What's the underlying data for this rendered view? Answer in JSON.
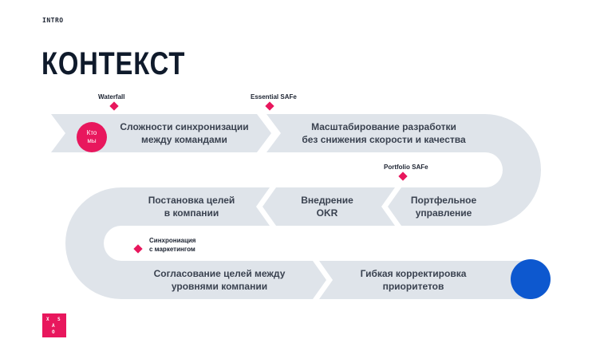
{
  "header": {
    "kicker": "INTRO",
    "title": "КОНТЕКСТ"
  },
  "markers": {
    "waterfall": "Waterfall",
    "essential_safe": "Essential SAFe",
    "portfolio_safe": "Portfolio SAFe",
    "marketing_sync": "Синхрониация\nс маркетингом"
  },
  "badge": "Кто\nмы",
  "steps": {
    "sync": "Сложности синхронизации\nмежду командами",
    "scaling": "Масштабирование разработки\nбез снижения скорости и качества",
    "portfolio": "Портфельное\nуправление",
    "okr": "Внедрение\nOKR",
    "company_goals": "Постановка целей\nв компании",
    "align_goals": "Согласование целей между\nуровнями компании",
    "flex_priorities": "Гибкая корректировка\nприоритетов"
  },
  "logo_letters": [
    "X",
    "S",
    "A",
    "O"
  ],
  "colors": {
    "track": "#dfe4ea",
    "accent": "#e8175d",
    "blue": "#0d58cf",
    "text": "#3a4250"
  }
}
